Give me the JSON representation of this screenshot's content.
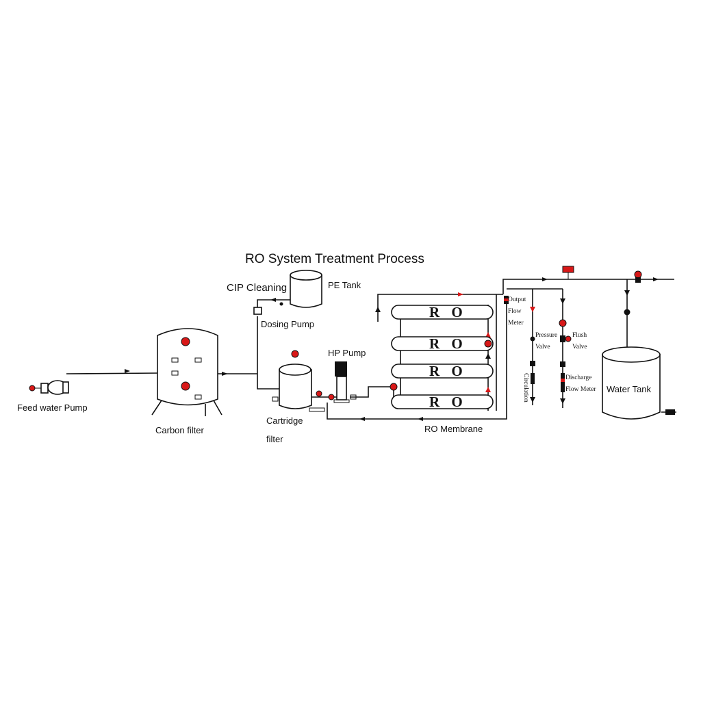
{
  "title": "RO System Treatment Process",
  "labels": {
    "cip_cleaning": "CIP Cleaning",
    "pe_tank": "PE Tank",
    "dosing_pump": "Dosing Pump",
    "hp_pump": "HP Pump",
    "feed_water_pump": "Feed water Pump",
    "carbon_filter": "Carbon filter",
    "cartridge_filter_line1": "Cartridge",
    "cartridge_filter_line2": "filter",
    "ro_membrane": "RO Membrane",
    "output_flow_meter_line1": "Output",
    "output_flow_meter_line2": "Flow",
    "output_flow_meter_line3": "Meter",
    "pressure_valve_line1": "Pressure",
    "pressure_valve_line2": "Valve",
    "flush_valve_line1": "Flush",
    "flush_valve_line2": "Valve",
    "discharge_flow_meter_line1": "Discharge",
    "discharge_flow_meter_line2": "Flow Meter",
    "circulation": "Circulation",
    "water_tank": "Water Tank"
  },
  "ro_vessels": [
    "R O",
    "R O",
    "R O",
    "R O"
  ],
  "colors": {
    "gauge": "#d81818",
    "line": "#111111",
    "background": "#ffffff"
  }
}
